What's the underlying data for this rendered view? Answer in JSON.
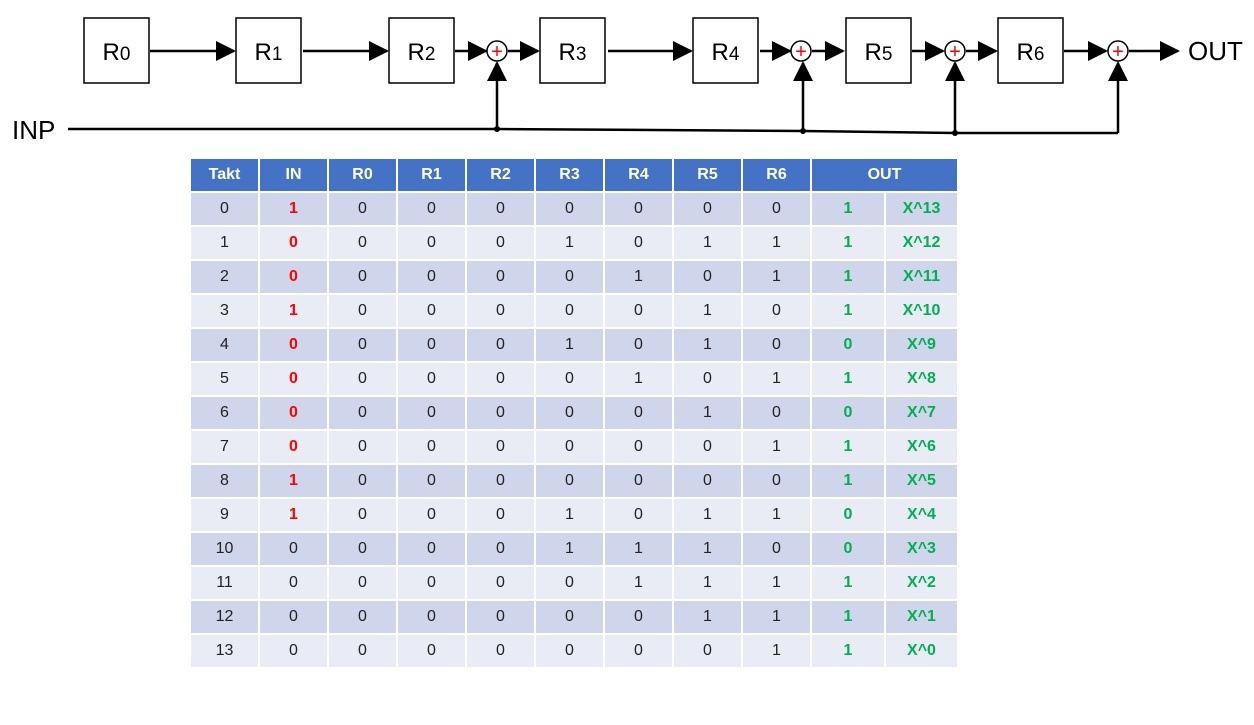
{
  "diagram": {
    "registers": [
      {
        "letter": "R",
        "sub": "0"
      },
      {
        "letter": "R",
        "sub": "1"
      },
      {
        "letter": "R",
        "sub": "2"
      },
      {
        "letter": "R",
        "sub": "3"
      },
      {
        "letter": "R",
        "sub": "4"
      },
      {
        "letter": "R",
        "sub": "5"
      },
      {
        "letter": "R",
        "sub": "6"
      }
    ],
    "input_label": "INP",
    "output_label": "OUT",
    "adder_symbol": "+"
  },
  "table": {
    "headers": [
      "Takt",
      "IN",
      "R0",
      "R1",
      "R2",
      "R3",
      "R4",
      "R5",
      "R6",
      "OUT"
    ],
    "rows": [
      {
        "takt": "0",
        "in": "1",
        "r": [
          "0",
          "0",
          "0",
          "0",
          "0",
          "0",
          "0"
        ],
        "out": "1",
        "power": "X^13"
      },
      {
        "takt": "1",
        "in": "0",
        "r": [
          "0",
          "0",
          "0",
          "1",
          "0",
          "1",
          "1"
        ],
        "out": "1",
        "power": "X^12"
      },
      {
        "takt": "2",
        "in": "0",
        "r": [
          "0",
          "0",
          "0",
          "0",
          "1",
          "0",
          "1"
        ],
        "out": "1",
        "power": "X^11"
      },
      {
        "takt": "3",
        "in": "1",
        "r": [
          "0",
          "0",
          "0",
          "0",
          "0",
          "1",
          "0"
        ],
        "out": "1",
        "power": "X^10"
      },
      {
        "takt": "4",
        "in": "0",
        "r": [
          "0",
          "0",
          "0",
          "1",
          "0",
          "1",
          "0"
        ],
        "out": "0",
        "power": "X^9"
      },
      {
        "takt": "5",
        "in": "0",
        "r": [
          "0",
          "0",
          "0",
          "0",
          "1",
          "0",
          "1"
        ],
        "out": "1",
        "power": "X^8"
      },
      {
        "takt": "6",
        "in": "0",
        "r": [
          "0",
          "0",
          "0",
          "0",
          "0",
          "1",
          "0"
        ],
        "out": "0",
        "power": "X^7"
      },
      {
        "takt": "7",
        "in": "0",
        "r": [
          "0",
          "0",
          "0",
          "0",
          "0",
          "0",
          "1"
        ],
        "out": "1",
        "power": "X^6"
      },
      {
        "takt": "8",
        "in": "1",
        "r": [
          "0",
          "0",
          "0",
          "0",
          "0",
          "0",
          "0"
        ],
        "out": "1",
        "power": "X^5"
      },
      {
        "takt": "9",
        "in": "1",
        "r": [
          "0",
          "0",
          "0",
          "1",
          "0",
          "1",
          "1"
        ],
        "out": "0",
        "power": "X^4"
      },
      {
        "takt": "10",
        "in": "0",
        "r": [
          "0",
          "0",
          "0",
          "1",
          "1",
          "1",
          "0"
        ],
        "out": "0",
        "power": "X^3"
      },
      {
        "takt": "11",
        "in": "0",
        "r": [
          "0",
          "0",
          "0",
          "0",
          "1",
          "1",
          "1"
        ],
        "out": "1",
        "power": "X^2"
      },
      {
        "takt": "12",
        "in": "0",
        "r": [
          "0",
          "0",
          "0",
          "0",
          "0",
          "1",
          "1"
        ],
        "out": "1",
        "power": "X^1"
      },
      {
        "takt": "13",
        "in": "0",
        "r": [
          "0",
          "0",
          "0",
          "0",
          "0",
          "0",
          "1"
        ],
        "out": "1",
        "power": "X^0"
      }
    ],
    "highlight_in_rows": [
      0,
      1,
      2,
      3,
      4,
      5,
      6,
      7,
      8,
      9
    ],
    "colors": {
      "header_bg": "#4472c4",
      "row_odd": "#cfd5ea",
      "row_even": "#e9ebf5",
      "in_highlight": "#ff0000",
      "out_text": "#00b050",
      "adder_plus": "#ff0000"
    }
  }
}
